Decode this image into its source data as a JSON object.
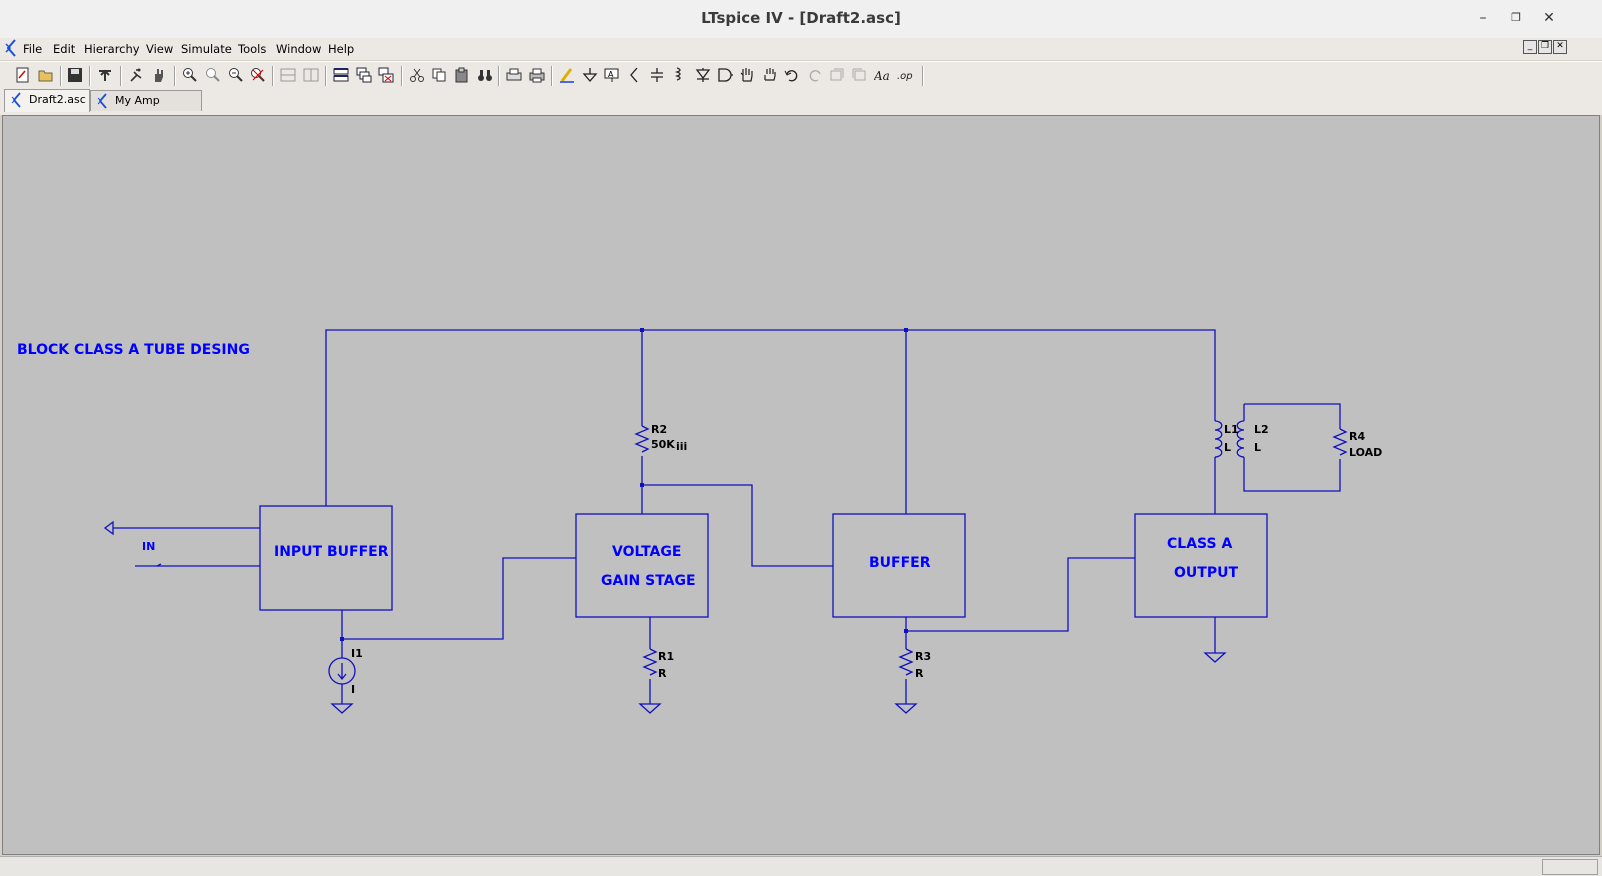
{
  "window": {
    "title": "LTspice IV - [Draft2.asc]"
  },
  "menu": [
    "File",
    "Edit",
    "Hierarchy",
    "View",
    "Simulate",
    "Tools",
    "Window",
    "Help"
  ],
  "tabs": [
    "Draft2.asc",
    "My Amp sch.asc"
  ],
  "schematic": {
    "comment": "BLOCK CLASS A TUBE DESING",
    "blocks": {
      "input_buffer": "INPUT BUFFER",
      "voltage_gain_1": "VOLTAGE",
      "voltage_gain_2": "GAIN STAGE",
      "buffer": "BUFFER",
      "class_a_1": "CLASS A",
      "class_a_2": "OUTPUT"
    },
    "port": "IN",
    "components": {
      "r2_name": "R2",
      "r2_value": "50K",
      "r2_extra": "iii",
      "r1_name": "R1",
      "r1_value": "R",
      "r3_name": "R3",
      "r3_value": "R",
      "i1_name": "I1",
      "i1_value": "I",
      "l1_name": "L1",
      "l1_value": "L",
      "l2_name": "L2",
      "l2_value": "L",
      "r4_name": "R4",
      "r4_value": "LOAD"
    }
  },
  "colors": {
    "wire": "#0000c8",
    "canvas": "#c0c0c0",
    "text": "#0000ff"
  }
}
